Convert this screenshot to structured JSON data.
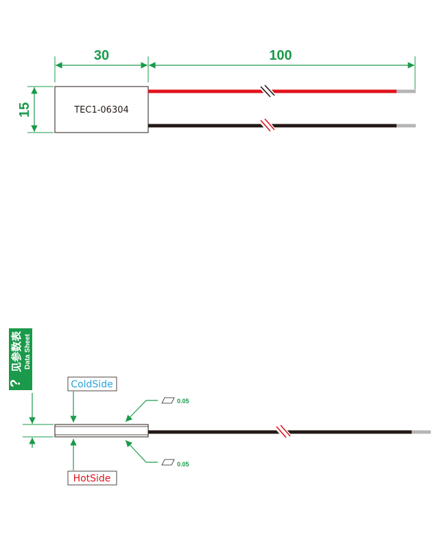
{
  "top_view": {
    "width_dim": "30",
    "lead_dim": "100",
    "height_dim": "15",
    "model": "TEC1-06304"
  },
  "side_view": {
    "cold_side_label": "ColdSide",
    "hot_side_label": "HotSide",
    "flatness_top": "0.05",
    "flatness_bottom": "0.05"
  },
  "badge": {
    "question_mark": "?",
    "chinese_text": "见参数表",
    "english_text": "Data Sheet"
  },
  "colors": {
    "dimension_green": "#1a9a4a",
    "red_wire": "#e0141e",
    "black_wire": "#231815",
    "wire_tip": "#b5b5b5",
    "cold_side_blue": "#29a3db",
    "hot_side_red": "#e0141e"
  }
}
